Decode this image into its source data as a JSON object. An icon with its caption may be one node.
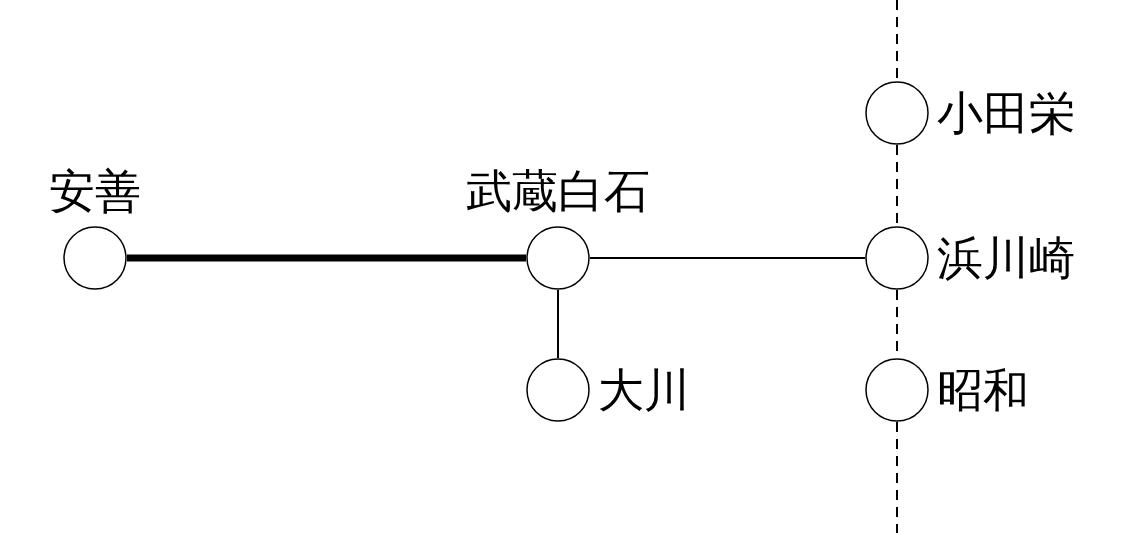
{
  "diagram": {
    "nodes": [
      {
        "text": [
          "安善"
        ]
      },
      {
        "text": [
          "武蔵白石"
        ]
      },
      {
        "text": [
          "小田栄"
        ]
      },
      {
        "text": [
          "浜川崎"
        ]
      },
      {
        "text": [
          "大川"
        ]
      },
      {
        "text": [
          "昭和"
        ]
      }
    ],
    "edges": [
      {
        "from": 0,
        "to": 1,
        "arrow": "none",
        "style": "thick"
      },
      {
        "from": 1,
        "to": 3,
        "arrow": "none"
      },
      {
        "from": 1,
        "to": 4,
        "arrow": "none"
      },
      {
        "from": null,
        "to": 2,
        "arrow": "none",
        "style": "dashed"
      },
      {
        "from": 2,
        "to": 3,
        "arrow": "none",
        "style": "dashed"
      },
      {
        "from": 3,
        "to": 5,
        "arrow": "none",
        "style": "dashed"
      },
      {
        "from": 5,
        "to": null,
        "arrow": "none",
        "style": "dashed"
      }
    ]
  }
}
